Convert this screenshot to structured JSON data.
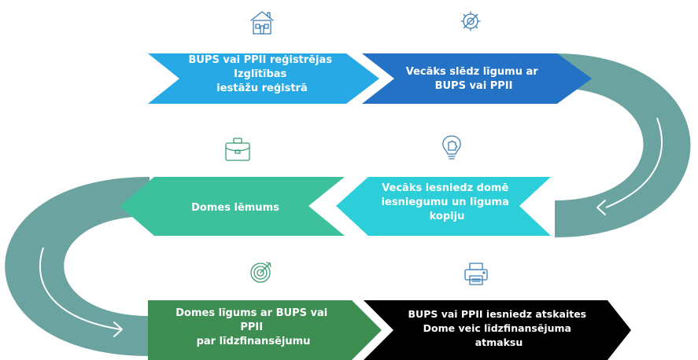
{
  "colors": {
    "step1": "#27a9e6",
    "step2": "#2372c6",
    "step3": "#2ccfd9",
    "step4": "#3dc19d",
    "step5": "#3e8e53",
    "step6": "#000000",
    "connector": "#6aa3a0",
    "icon_right": "#3c7fb5",
    "icon_left": "#3b9c72"
  },
  "steps": [
    {
      "lines": [
        "BUPS vai PPII reģistrējas",
        "Izglītības",
        "iestāžu reģistrā"
      ],
      "icon": "house-icon"
    },
    {
      "lines": [
        "Vecāks slēdz līgumu ar",
        "BUPS vai PPII"
      ],
      "icon": "gear-wrench-icon"
    },
    {
      "lines": [
        "Vecāks iesniedz domē",
        "iesniegumu un līguma",
        "kopiju"
      ],
      "icon": "lightbulb-puzzle-icon"
    },
    {
      "lines": [
        "Domes lēmums"
      ],
      "icon": "briefcase-icon"
    },
    {
      "lines": [
        "Domes līgums ar BUPS vai",
        "PPII",
        "par līdzfinansējumu"
      ],
      "icon": "target-icon"
    },
    {
      "lines": [
        "BUPS vai PPII iesniedz atskaites",
        "Dome veic līdzfinansējuma",
        "atmaksu"
      ],
      "icon": "printer-icon"
    }
  ]
}
